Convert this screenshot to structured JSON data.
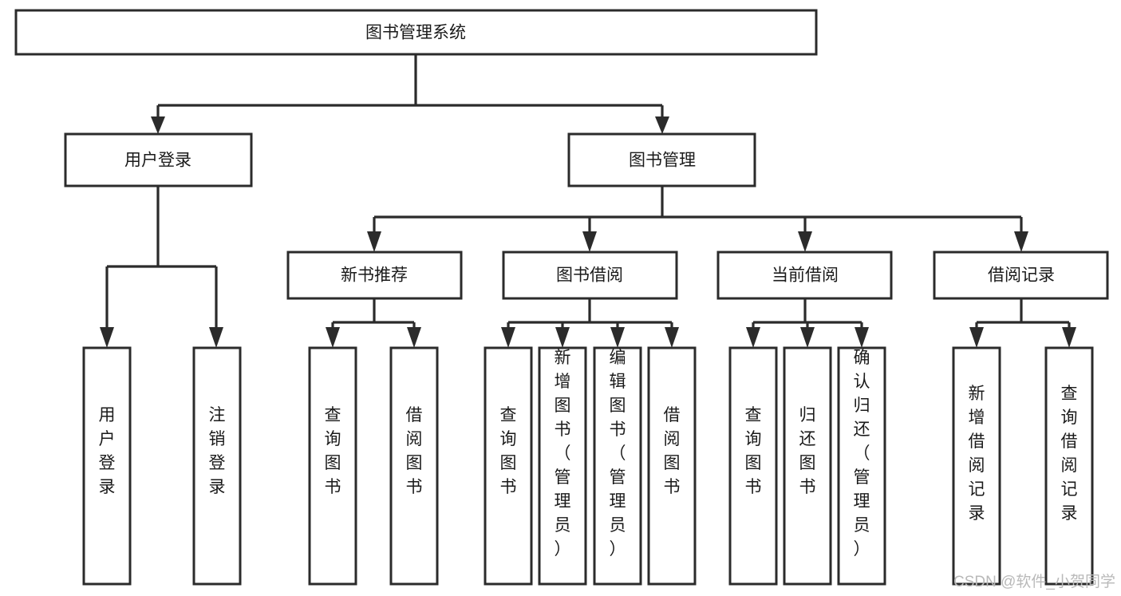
{
  "diagram": {
    "title": "图书管理系统",
    "type": "tree-hierarchy",
    "root": {
      "label": "图书管理系统",
      "orientation": "horizontal"
    },
    "level2": [
      {
        "label": "用户登录",
        "orientation": "horizontal"
      },
      {
        "label": "图书管理",
        "orientation": "horizontal"
      }
    ],
    "level3": [
      {
        "label": "新书推荐",
        "orientation": "horizontal"
      },
      {
        "label": "图书借阅",
        "orientation": "horizontal"
      },
      {
        "label": "当前借阅",
        "orientation": "horizontal"
      },
      {
        "label": "借阅记录",
        "orientation": "horizontal"
      }
    ],
    "leaves": {
      "user_login": [
        {
          "label": "用户登录",
          "orientation": "vertical"
        },
        {
          "label": "注销登录",
          "orientation": "vertical"
        }
      ],
      "new_book_recommend": [
        {
          "label": "查询图书",
          "orientation": "vertical"
        },
        {
          "label": "借阅图书",
          "orientation": "vertical"
        }
      ],
      "book_borrow": [
        {
          "label": "查询图书",
          "orientation": "vertical"
        },
        {
          "label": "新增图书（管理员）",
          "orientation": "vertical"
        },
        {
          "label": "编辑图书（管理员）",
          "orientation": "vertical"
        },
        {
          "label": "借阅图书",
          "orientation": "vertical"
        }
      ],
      "current_borrow": [
        {
          "label": "查询图书",
          "orientation": "vertical"
        },
        {
          "label": "归还图书",
          "orientation": "vertical"
        },
        {
          "label": "确认归还（管理员）",
          "orientation": "vertical"
        }
      ],
      "borrow_record": [
        {
          "label": "新增借阅记录",
          "orientation": "vertical"
        },
        {
          "label": "查询借阅记录",
          "orientation": "vertical"
        }
      ]
    },
    "colors": {
      "stroke": "#2b2b2b",
      "fill": "#ffffff",
      "text": "#1a1a1a",
      "watermark": "#b9b9b9",
      "background": "#ffffff"
    }
  },
  "watermark": {
    "text": "CSDN @软件_小贺同学"
  }
}
